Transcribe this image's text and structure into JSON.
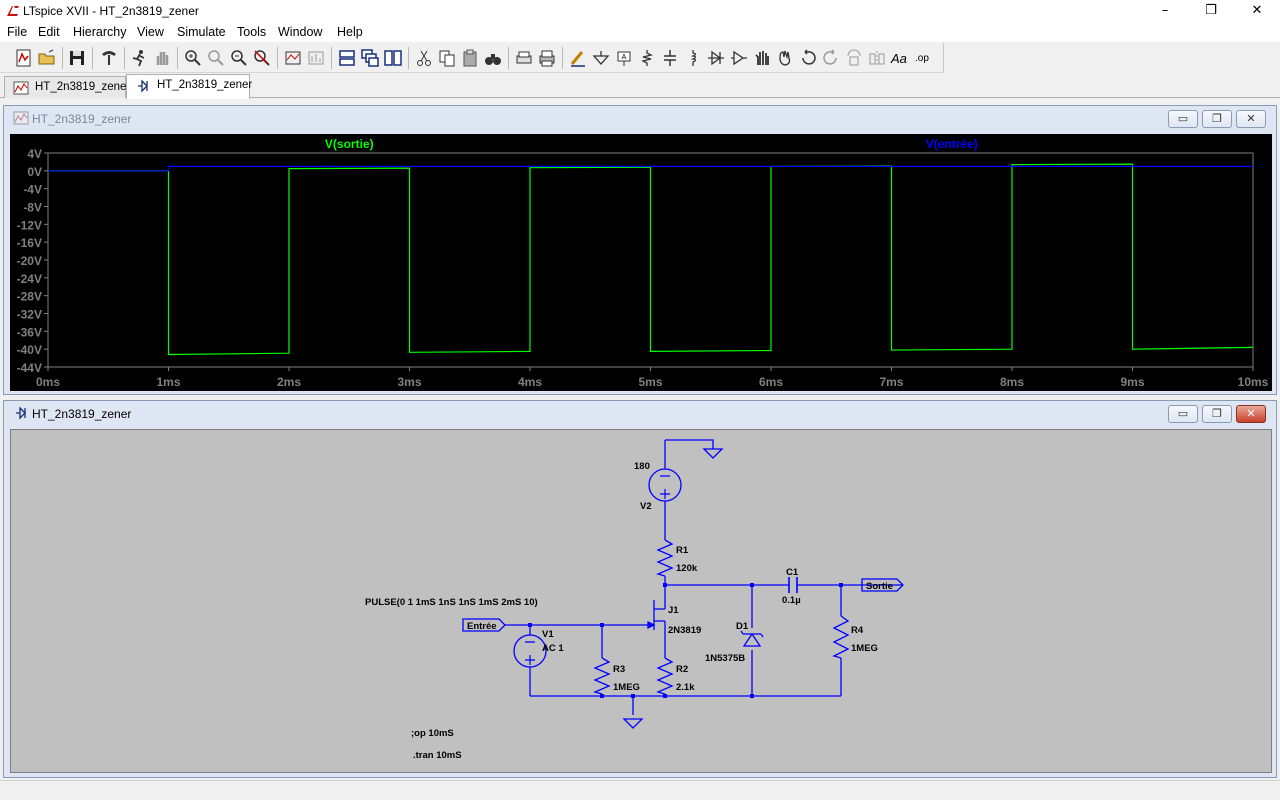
{
  "window": {
    "title": "LTspice XVII - HT_2n3819_zener",
    "minimize": "–",
    "maximize": "❐",
    "close": "✕"
  },
  "menu": [
    "File",
    "Edit",
    "Hierarchy",
    "View",
    "Simulate",
    "Tools",
    "Window",
    "Help"
  ],
  "toolbar_icons": [
    "new-schematic-icon",
    "open-icon",
    "save-icon",
    "control-panel-icon",
    "run-icon",
    "halt-icon",
    "zoom-in-icon",
    "zoom-rubber-icon",
    "zoom-out-icon",
    "zoom-cancel-icon",
    "autorange-icon",
    "fft-icon",
    "tile-horizontal-icon",
    "cascade-icon",
    "tile-vertical-icon",
    "cut-icon",
    "copy-icon",
    "paste-icon",
    "find-icon",
    "print-setup-icon",
    "print-icon",
    "draw-wire-icon",
    "ground-icon",
    "label-net-icon",
    "resistor-icon",
    "capacitor-icon",
    "inductor-icon",
    "diode-icon",
    "component-icon",
    "move-icon",
    "drag-icon",
    "undo-icon",
    "redo-icon",
    "rotate-icon",
    "mirror-icon",
    "text-icon",
    "spice-directive-icon"
  ],
  "tabs": [
    {
      "label": "HT_2n3819_zener",
      "icon": "waveform-icon",
      "active": false
    },
    {
      "label": "HT_2n3819_zener",
      "icon": "schematic-icon",
      "active": true
    }
  ],
  "waveform_window": {
    "title": "HT_2n3819_zener",
    "buttons": {
      "min": "▭",
      "restore": "❐",
      "close": "✕"
    }
  },
  "schematic_window": {
    "title": "HT_2n3819_zener",
    "buttons": {
      "min": "▭",
      "restore": "❐",
      "close": "✕"
    }
  },
  "chart_data": {
    "type": "line",
    "background": "#000000",
    "grid": false,
    "x_ticks": [
      "0ms",
      "1ms",
      "2ms",
      "3ms",
      "4ms",
      "5ms",
      "6ms",
      "7ms",
      "8ms",
      "9ms",
      "10ms"
    ],
    "y_ticks": [
      "4V",
      "0V",
      "-4V",
      "-8V",
      "-12V",
      "-16V",
      "-20V",
      "-24V",
      "-28V",
      "-32V",
      "-36V",
      "-40V",
      "-44V"
    ],
    "xlim": [
      0,
      10
    ],
    "ylim": [
      -44,
      4
    ],
    "series": [
      {
        "name": "V(sortie)",
        "color": "#00ff00",
        "x": [
          0,
          1,
          1,
          2,
          2,
          3,
          3,
          4,
          4,
          5,
          5,
          6,
          6,
          7,
          7,
          8,
          8,
          9,
          9,
          10
        ],
        "y": [
          0,
          0,
          -41.2,
          -40.9,
          0.5,
          0.6,
          -40.7,
          -40.5,
          0.7,
          0.8,
          -40.5,
          -40.3,
          1.0,
          1.1,
          -40.2,
          -40.0,
          1.4,
          1.5,
          -40.0,
          -39.6
        ]
      },
      {
        "name": "V(entrée)",
        "color": "#0000ff",
        "x": [
          0,
          1,
          1,
          10
        ],
        "y": [
          0,
          0,
          1,
          1
        ]
      }
    ]
  },
  "schematic": {
    "components": {
      "v2_value": "180",
      "v2_name": "V2",
      "r1_name": "R1",
      "r1_value": "120k",
      "c1_name": "C1",
      "c1_value": "0.1µ",
      "j1_name": "J1",
      "j1_value": "2N3819",
      "d1_name": "D1",
      "d1_value": "1N5375B",
      "r4_name": "R4",
      "r4_value": "1MEG",
      "v1_name": "V1",
      "v1_value": "AC 1",
      "r3_name": "R3",
      "r3_value": "1MEG",
      "r2_name": "R2",
      "r2_value": "2.1k"
    },
    "labels": {
      "input": "Entrée",
      "output": "Sortie"
    },
    "directives": {
      "pulse": "PULSE(0 1 1mS 1nS 1nS 1mS 2mS 10)",
      "op": ";op 10mS",
      "tran": ".tran 10mS"
    }
  }
}
